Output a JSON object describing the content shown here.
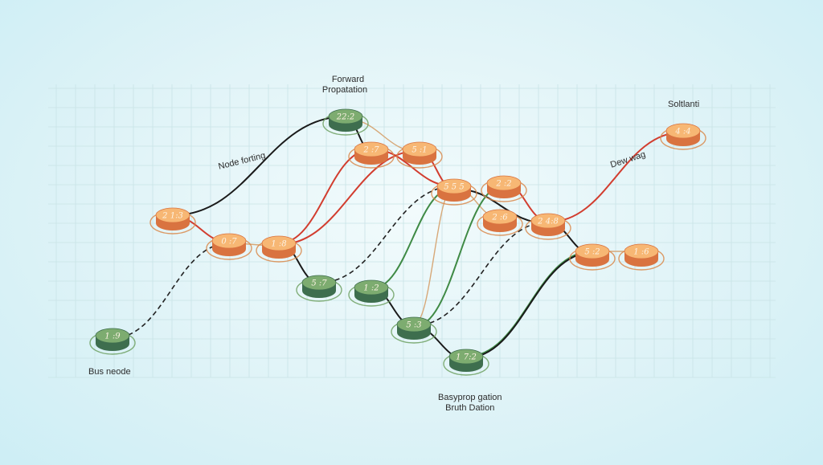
{
  "annotations": {
    "forward_line1": "Forward",
    "forward_line2": "Propatation",
    "soltanti": "Soltlanti",
    "node_forting": "Node forting",
    "dew_wag": "Dew wag",
    "bus_node": "Bus neode",
    "backprop_line1": "Basyprop gation",
    "backprop_line2": "Bruth Dation"
  },
  "colors": {
    "orange_top": "#f7b774",
    "orange_side": "#d97340",
    "green_top": "#7dac70",
    "green_side": "#3e6e4e",
    "edge_black": "#1a1a1a",
    "edge_red": "#d23d2f",
    "edge_green": "#3f8a45",
    "edge_tan": "#d7a878"
  },
  "nodes": [
    {
      "id": "n_top",
      "label": "22:2",
      "kind": "green"
    },
    {
      "id": "n_left",
      "label": "2 1:3",
      "kind": "orange"
    },
    {
      "id": "n_a",
      "label": "2 :7",
      "kind": "orange"
    },
    {
      "id": "n_b",
      "label": "5 :1",
      "kind": "orange"
    },
    {
      "id": "n_c",
      "label": "0 :7",
      "kind": "orange"
    },
    {
      "id": "n_d",
      "label": "1 :8",
      "kind": "orange"
    },
    {
      "id": "n_e",
      "label": "5 5 5",
      "kind": "orange"
    },
    {
      "id": "n_f",
      "label": "2 :2",
      "kind": "orange"
    },
    {
      "id": "n_g",
      "label": "2 :6",
      "kind": "orange"
    },
    {
      "id": "n_h",
      "label": "2 4:8",
      "kind": "orange"
    },
    {
      "id": "n_i",
      "label": "5 :2",
      "kind": "orange"
    },
    {
      "id": "n_j",
      "label": "1 :6",
      "kind": "orange"
    },
    {
      "id": "n_k",
      "label": "4 :4",
      "kind": "orange"
    },
    {
      "id": "n_g1",
      "label": "5 :7",
      "kind": "green"
    },
    {
      "id": "n_g2",
      "label": "1 :2",
      "kind": "green"
    },
    {
      "id": "n_g3",
      "label": "5 :3",
      "kind": "green"
    },
    {
      "id": "n_g4",
      "label": "1 7:2",
      "kind": "green"
    },
    {
      "id": "n_bus",
      "label": "1 :9",
      "kind": "green"
    }
  ],
  "edges": [
    {
      "from": "n_left",
      "to": "n_top",
      "color": "black"
    },
    {
      "from": "n_top",
      "to": "n_a",
      "color": "black"
    },
    {
      "from": "n_top",
      "to": "n_b",
      "color": "tan"
    },
    {
      "from": "n_a",
      "to": "n_d",
      "color": "red"
    },
    {
      "from": "n_b",
      "to": "n_d",
      "color": "red"
    },
    {
      "from": "n_b",
      "to": "n_e",
      "color": "red"
    },
    {
      "from": "n_a",
      "to": "n_e",
      "color": "red"
    },
    {
      "from": "n_e",
      "to": "n_g",
      "color": "tan"
    },
    {
      "from": "n_e",
      "to": "n_h",
      "color": "black"
    },
    {
      "from": "n_f",
      "to": "n_h",
      "color": "red"
    },
    {
      "from": "n_h",
      "to": "n_k",
      "color": "red"
    },
    {
      "from": "n_h",
      "to": "n_i",
      "color": "black"
    },
    {
      "from": "n_i",
      "to": "n_j",
      "color": "tan"
    },
    {
      "from": "n_left",
      "to": "n_c",
      "color": "red"
    },
    {
      "from": "n_c",
      "to": "n_d",
      "color": "tan"
    },
    {
      "from": "n_d",
      "to": "n_g1",
      "color": "black"
    },
    {
      "from": "n_g2",
      "to": "n_g3",
      "color": "black"
    },
    {
      "from": "n_g3",
      "to": "n_g4",
      "color": "black"
    },
    {
      "from": "n_g4",
      "to": "n_i",
      "color": "green"
    },
    {
      "from": "n_g4",
      "to": "n_i",
      "color": "black"
    },
    {
      "from": "n_g3",
      "to": "n_f",
      "color": "green"
    },
    {
      "from": "n_g3",
      "to": "n_e",
      "color": "tan"
    },
    {
      "from": "n_g2",
      "to": "n_e",
      "color": "green"
    },
    {
      "from": "n_bus",
      "to": "n_c",
      "color": "dashed"
    },
    {
      "from": "n_g1",
      "to": "n_e",
      "color": "dashed"
    },
    {
      "from": "n_g3",
      "to": "n_h",
      "color": "dashed"
    }
  ]
}
